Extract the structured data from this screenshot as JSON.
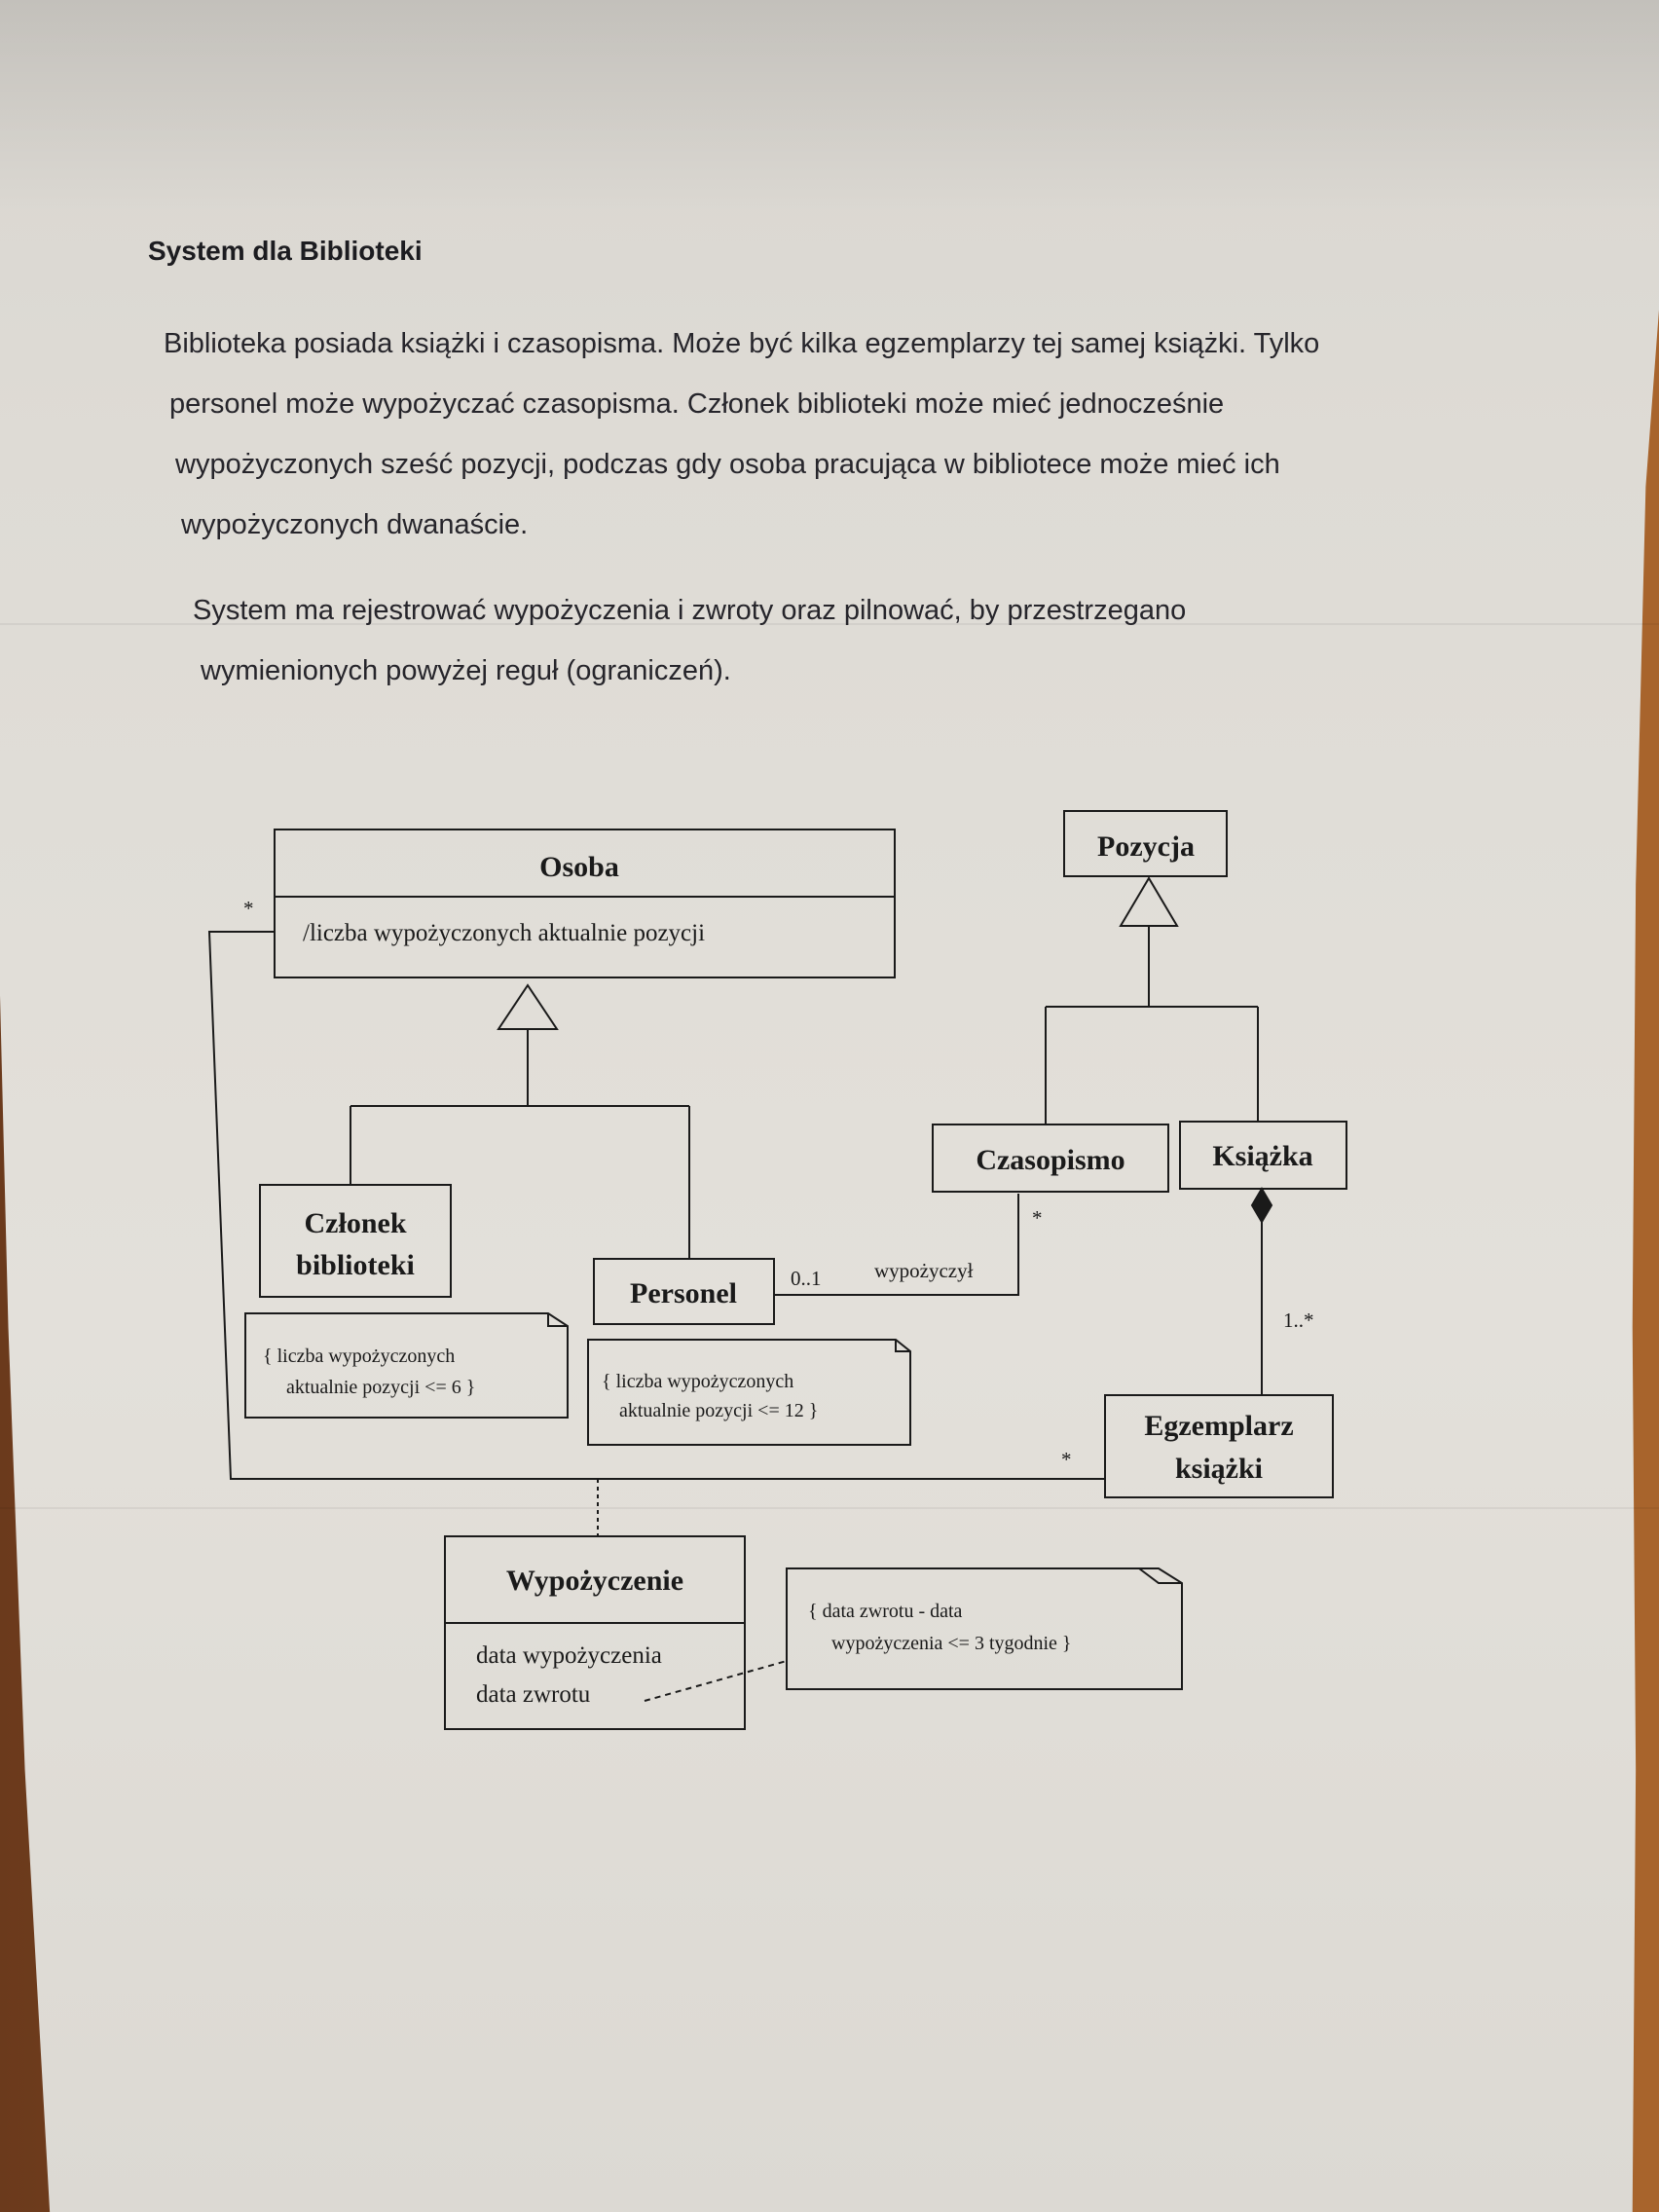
{
  "document": {
    "title": "System dla Biblioteki",
    "paragraph1": [
      "Biblioteka posiada książki i czasopisma. Może być kilka egzemplarzy tej samej książki. Tylko",
      "personel może wypożyczać czasopisma. Członek biblioteki może mieć jednocześnie",
      "wypożyczonych sześć pozycji, podczas gdy osoba pracująca w bibliotece może mieć ich",
      "wypożyczonych dwanaście."
    ],
    "paragraph2": [
      "System ma rejestrować wypożyczenia i zwroty oraz pilnować, by przestrzegano",
      "wymienionych powyżej reguł (ograniczeń)."
    ]
  },
  "diagram": {
    "classes": {
      "osoba": {
        "name": "Osoba",
        "attribute": "/liczba wypożyczonych aktualnie pozycji"
      },
      "pozycja": {
        "name": "Pozycja"
      },
      "czlonek": {
        "name_line1": "Członek",
        "name_line2": "biblioteki"
      },
      "personel": {
        "name": "Personel"
      },
      "czasopismo": {
        "name": "Czasopismo"
      },
      "ksiazka": {
        "name": "Książka"
      },
      "egzemplarz": {
        "name_line1": "Egzemplarz",
        "name_line2": "książki"
      },
      "wypozyczenie": {
        "name": "Wypożyczenie",
        "attributes": [
          "data wypożyczenia",
          "data zwrotu"
        ]
      }
    },
    "notes": {
      "czlonek_limit": [
        "{ liczba wypożyczonych",
        "aktualnie pozycji <= 6 }"
      ],
      "personel_limit": [
        "{ liczba wypożyczonych",
        "aktualnie pozycji <= 12 }"
      ],
      "date_limit": [
        "{ data zwrotu - data",
        "wypożyczenia <= 3 tygodnie }"
      ]
    },
    "labels": {
      "osoba_mult": "*",
      "personel_mult": "0..1",
      "association_name": "wypożyczył",
      "czasopismo_mult": "*",
      "ksiazka_egz_mult": "1..*",
      "egzemplarz_mult": "*"
    }
  }
}
